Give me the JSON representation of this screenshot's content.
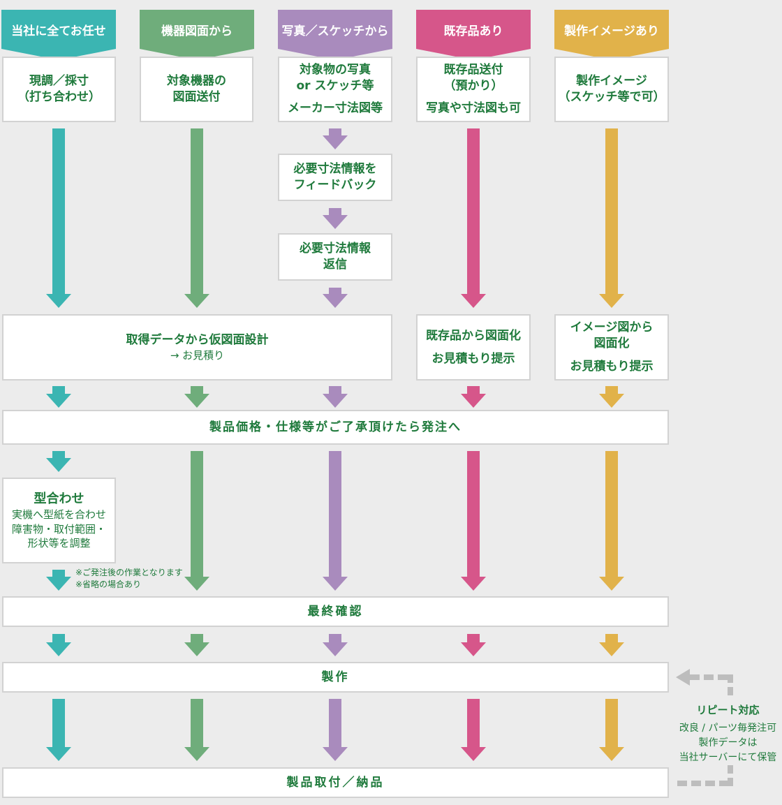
{
  "colors": {
    "teal": "#3bb5b2",
    "green": "#6fad7b",
    "purple": "#a98bbd",
    "pink": "#d6568a",
    "yellow": "#e1b24a",
    "text": "#1f7a3c",
    "background": "#ececec"
  },
  "headers": [
    "当社に全てお任せ",
    "機器図面から",
    "写真／スケッチから",
    "既存品あり",
    "製作イメージあり"
  ],
  "step1": {
    "col1": [
      "現調／採寸",
      "（打ち合わせ）"
    ],
    "col2": [
      "対象機器の",
      "図面送付"
    ],
    "col3": [
      "対象物の写真",
      "or スケッチ等",
      "メーカー寸法図等"
    ],
    "col4": [
      "既存品送付",
      "（預かり）",
      "写真や寸法図も可"
    ],
    "col5": [
      "製作イメージ",
      "（スケッチ等で可）"
    ]
  },
  "photo_steps": {
    "feedback": [
      "必要寸法情報を",
      "フィードバック"
    ],
    "reply": [
      "必要寸法情報",
      "返信"
    ]
  },
  "design": {
    "main": "取得データから仮図面設計",
    "main_sub": "→ お見積り",
    "col4": [
      "既存品から図面化",
      "お見積もり提示"
    ],
    "col5": [
      "イメージ図から",
      "図面化",
      "お見積もり提示"
    ]
  },
  "order": "製品価格・仕様等がご了承頂けたら発注へ",
  "fitting": {
    "title": "型合わせ",
    "lines": [
      "実機へ型紙を合わせ",
      "障害物・取付範囲・",
      "形状等を調整"
    ]
  },
  "notes": [
    "※ご発注後の作業となります",
    "※省略の場合あり"
  ],
  "final_check": "最終確認",
  "production": "製作",
  "delivery": "製品取付／納品",
  "repeat": {
    "title": "リピート対応",
    "lines": [
      "改良 / パーツ毎発注可",
      "製作データは",
      "当社サーバーにて保管"
    ]
  }
}
